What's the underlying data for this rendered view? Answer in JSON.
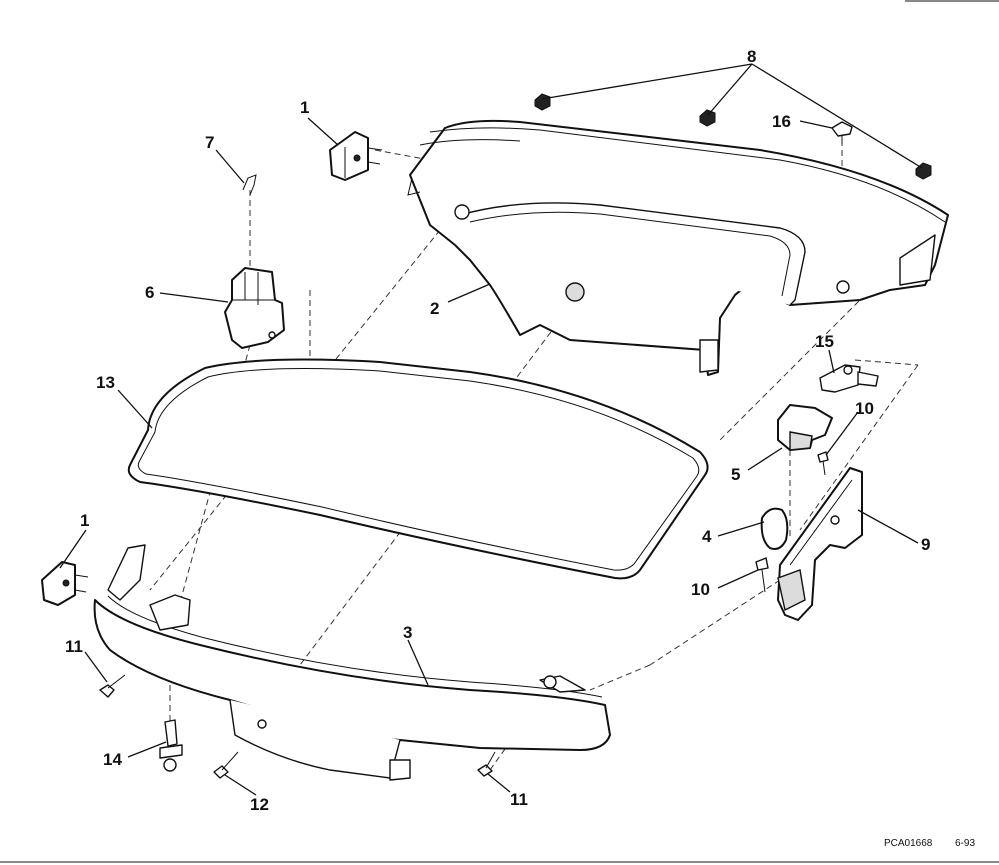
{
  "callouts": {
    "c1_top": "1",
    "c1_left": "1",
    "c2": "2",
    "c3": "3",
    "c4": "4",
    "c5": "5",
    "c6": "6",
    "c7": "7",
    "c8": "8",
    "c9": "9",
    "c10_upper": "10",
    "c10_lower": "10",
    "c11_left": "11",
    "c11_bottom": "11",
    "c12": "12",
    "c13": "13",
    "c14": "14",
    "c15": "15",
    "c16": "16"
  },
  "drawing_code": "PCA01668",
  "drawing_date": "6-93",
  "colors": {
    "ink": "#111111",
    "paper": "#ffffff",
    "shade": "#dcdcdc"
  }
}
